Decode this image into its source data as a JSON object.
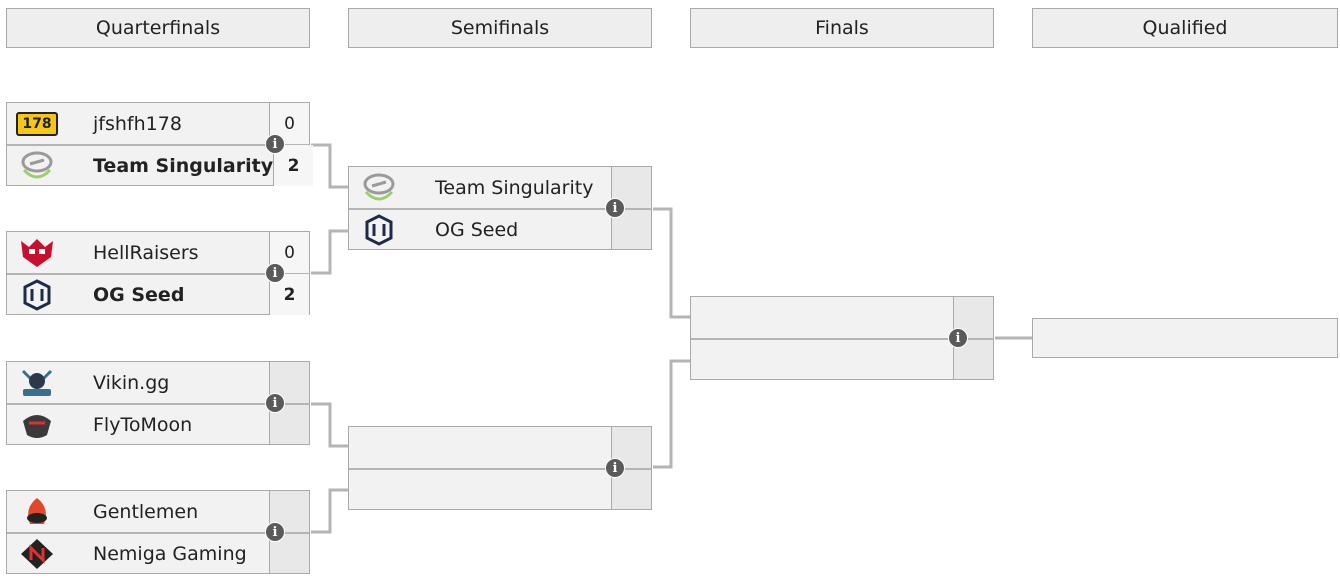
{
  "headers": [
    "Quarterfinals",
    "Semifinals",
    "Finals",
    "Qualified"
  ],
  "quarterfinals": [
    {
      "top": {
        "name": "jfshfh178",
        "score": "0",
        "logo": "178-badge-logo"
      },
      "bottom": {
        "name": "Team Singularity",
        "score": "2",
        "logo": "singularity-logo"
      }
    },
    {
      "top": {
        "name": "HellRaisers",
        "score": "0",
        "logo": "hellraisers-logo"
      },
      "bottom": {
        "name": "OG Seed",
        "score": "2",
        "logo": "og-logo"
      }
    },
    {
      "top": {
        "name": "Vikin.gg",
        "score": "",
        "logo": "vikin-logo"
      },
      "bottom": {
        "name": "FlyToMoon",
        "score": "",
        "logo": "flytomoon-logo"
      }
    },
    {
      "top": {
        "name": "Gentlemen",
        "score": "",
        "logo": "gentlemen-logo"
      },
      "bottom": {
        "name": "Nemiga Gaming",
        "score": "",
        "logo": "nemiga-logo"
      }
    }
  ],
  "semifinals": [
    {
      "top": {
        "name": "Team Singularity",
        "logo": "singularity-logo"
      },
      "bottom": {
        "name": "OG Seed",
        "logo": "og-logo"
      }
    },
    {
      "top": {
        "name": "",
        "logo": ""
      },
      "bottom": {
        "name": "",
        "logo": ""
      }
    }
  ],
  "finals": {
    "top": {
      "name": ""
    },
    "bottom": {
      "name": ""
    }
  },
  "qualified": {
    "name": ""
  },
  "badge_178": "178",
  "info_glyph": "i",
  "colors": {
    "header_bg": "#eeeeee",
    "match_bg": "#f2f2f2",
    "border": "#aaaaaa",
    "connector": "#b4b4b4",
    "info_bg": "#5a5a5a",
    "badge_178": "#f5c518",
    "hellraisers": "#c8102e",
    "og": "#1d2a4a",
    "gentlemen": "#e0482a"
  }
}
